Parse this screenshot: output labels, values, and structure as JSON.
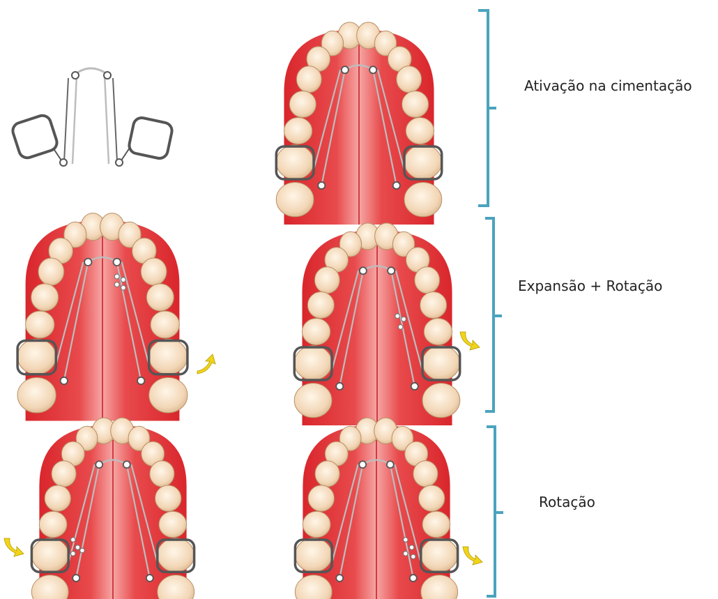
{
  "labels": {
    "row1": "Ativação na cimentação",
    "row2": "Expansão + Rotação",
    "row3": "Rotação"
  },
  "colors": {
    "palate": "#d9262c",
    "palate_center": "#f6a6a4",
    "tooth": "#f4dcc0",
    "tooth_edge": "#b88f66",
    "wire": "#bdbdbd",
    "band": "#555555",
    "bracket": "#4aa3bd",
    "arrow": "#f0d419"
  },
  "icons": {
    "arrow": "curved-arrow-icon",
    "bracket": "bracket-icon"
  }
}
